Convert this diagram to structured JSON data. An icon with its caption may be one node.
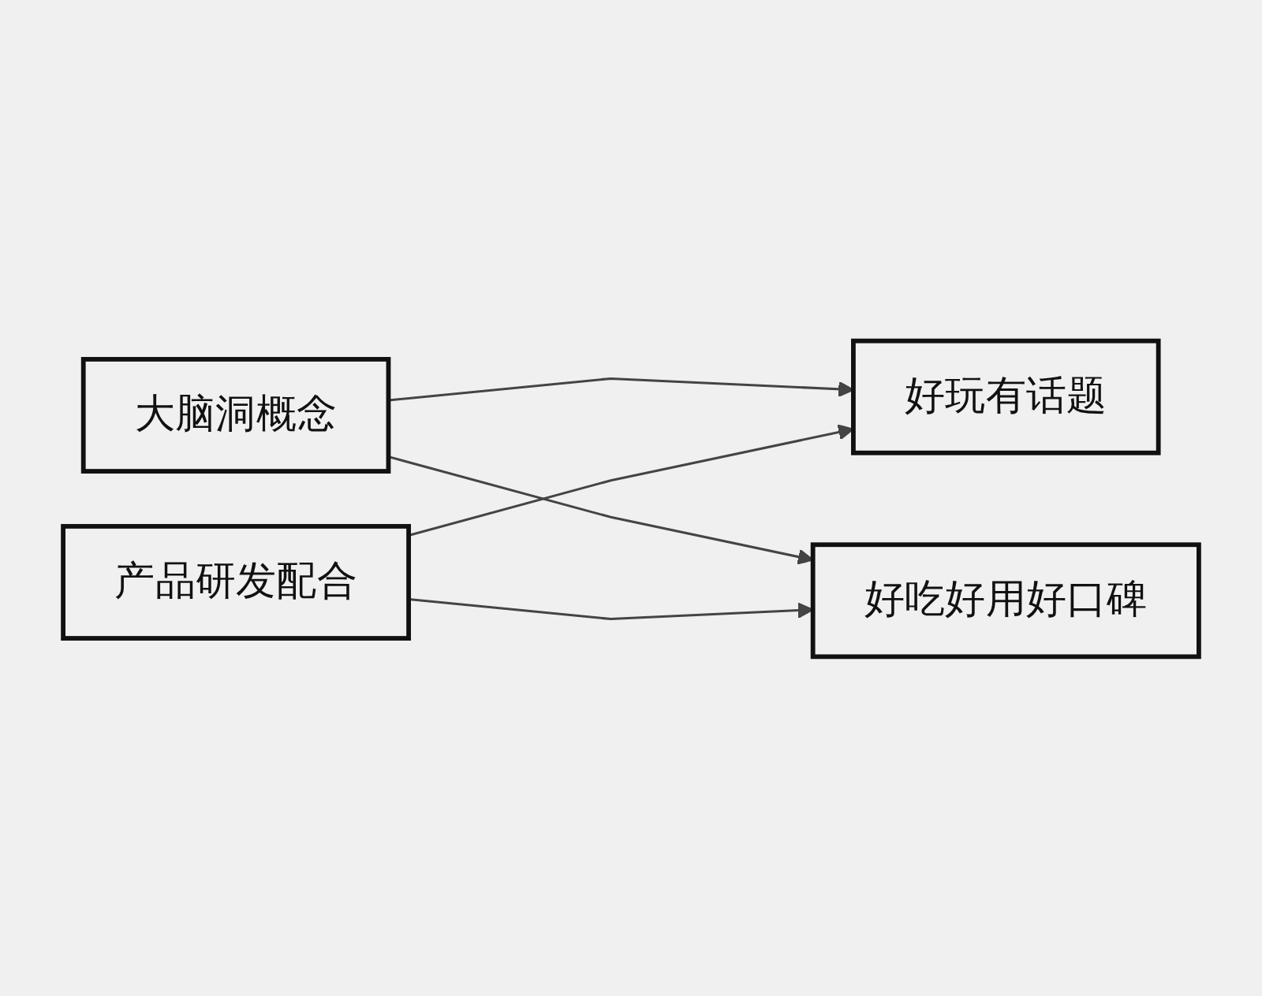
{
  "diagram": {
    "nodes": [
      {
        "text": [
          "大脑洞概念"
        ]
      },
      {
        "text": [
          "产品研发配合"
        ]
      },
      {
        "text": [
          "好玩有话题"
        ]
      },
      {
        "text": [
          "好吃好用好口碑"
        ]
      }
    ],
    "edges": [
      {
        "from": 0,
        "to": 2,
        "arrow": "to"
      },
      {
        "from": 0,
        "to": 3,
        "arrow": "to"
      },
      {
        "from": 1,
        "to": 2,
        "arrow": "to"
      },
      {
        "from": 1,
        "to": 3,
        "arrow": "to"
      }
    ]
  }
}
